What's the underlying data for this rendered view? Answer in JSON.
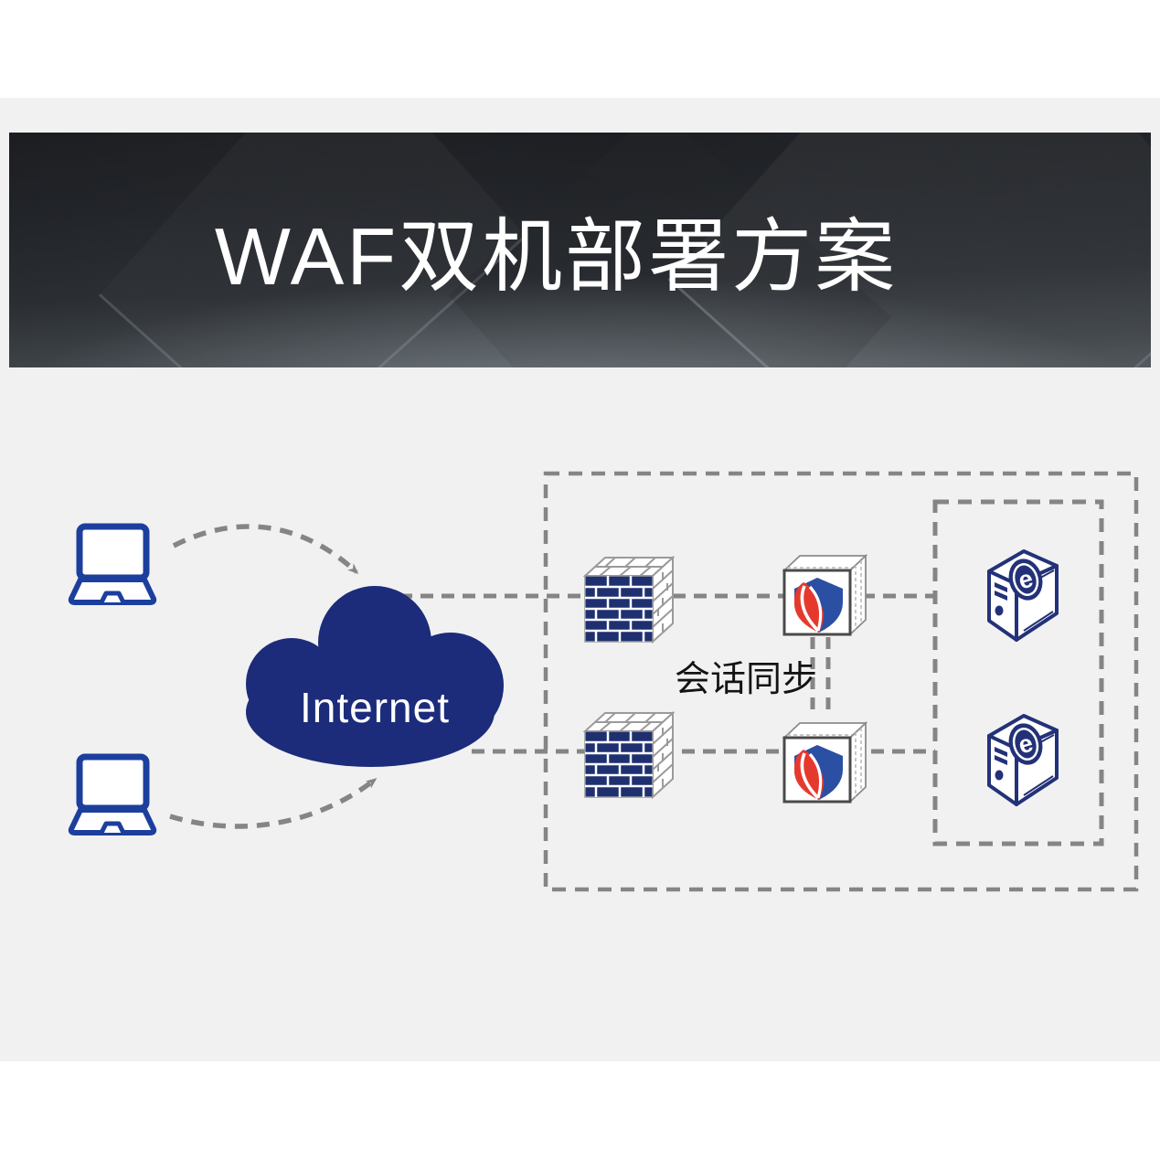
{
  "banner": {
    "title": "WAF双机部署方案",
    "title_color": "#ffffff",
    "background_color": "#1f2227"
  },
  "diagram": {
    "internet_label": "Internet",
    "session_sync_label": "会话同步",
    "nodes": [
      {
        "id": "laptop-1",
        "icon": "laptop-icon"
      },
      {
        "id": "laptop-2",
        "icon": "laptop-icon"
      },
      {
        "id": "internet-cloud",
        "icon": "cloud-icon",
        "label": "Internet"
      },
      {
        "id": "firewall-1",
        "icon": "firewall-brick-icon"
      },
      {
        "id": "firewall-2",
        "icon": "firewall-brick-icon"
      },
      {
        "id": "waf-1",
        "icon": "waf-shield-box-icon"
      },
      {
        "id": "waf-2",
        "icon": "waf-shield-box-icon"
      },
      {
        "id": "server-1",
        "icon": "web-server-icon"
      },
      {
        "id": "server-2",
        "icon": "web-server-icon"
      }
    ],
    "zones": [
      {
        "id": "outer-dashed-zone"
      },
      {
        "id": "server-dashed-zone"
      }
    ],
    "colors": {
      "page_background": "#f1f1f2",
      "cloud_navy": "#1c2c7b",
      "device_navy": "#1c3f9e",
      "firewall_navy": "#1f3070",
      "shield_blue": "#2b4fa3",
      "shield_red": "#e6392e",
      "dash_gray": "#858585",
      "label_text": "#141414"
    }
  }
}
